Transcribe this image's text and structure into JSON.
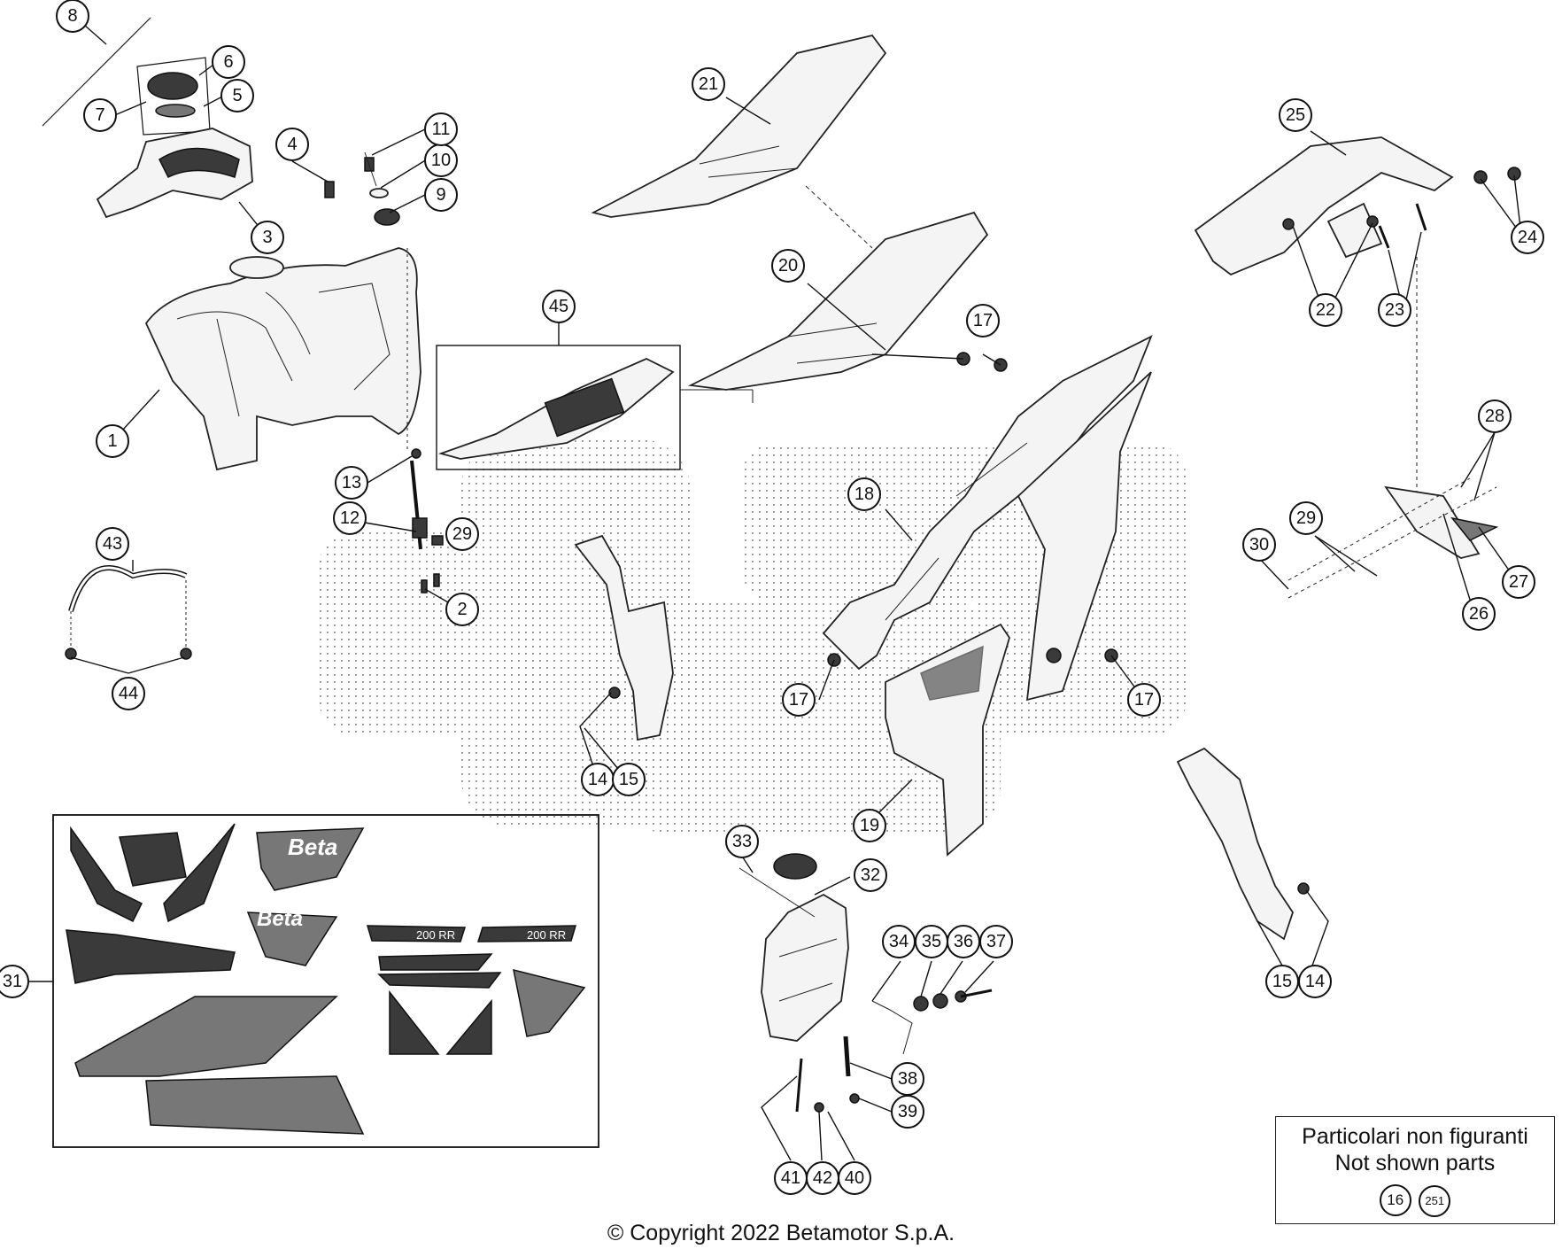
{
  "callouts": [
    {
      "label": "1"
    },
    {
      "label": "2"
    },
    {
      "label": "3"
    },
    {
      "label": "4"
    },
    {
      "label": "5"
    },
    {
      "label": "6"
    },
    {
      "label": "7"
    },
    {
      "label": "8"
    },
    {
      "label": "9"
    },
    {
      "label": "10"
    },
    {
      "label": "11"
    },
    {
      "label": "12"
    },
    {
      "label": "13"
    },
    {
      "label": "14"
    },
    {
      "label": "15"
    },
    {
      "label": "17"
    },
    {
      "label": "17"
    },
    {
      "label": "17"
    },
    {
      "label": "18"
    },
    {
      "label": "19"
    },
    {
      "label": "20"
    },
    {
      "label": "21"
    },
    {
      "label": "22"
    },
    {
      "label": "23"
    },
    {
      "label": "24"
    },
    {
      "label": "25"
    },
    {
      "label": "26"
    },
    {
      "label": "27"
    },
    {
      "label": "28"
    },
    {
      "label": "29"
    },
    {
      "label": "29"
    },
    {
      "label": "30"
    },
    {
      "label": "31"
    },
    {
      "label": "32"
    },
    {
      "label": "33"
    },
    {
      "label": "34"
    },
    {
      "label": "35"
    },
    {
      "label": "36"
    },
    {
      "label": "37"
    },
    {
      "label": "38"
    },
    {
      "label": "39"
    },
    {
      "label": "40"
    },
    {
      "label": "41"
    },
    {
      "label": "42"
    },
    {
      "label": "43"
    },
    {
      "label": "44"
    },
    {
      "label": "45"
    },
    {
      "label": "15"
    },
    {
      "label": "14"
    }
  ],
  "legend": {
    "line1": "Particolari non figuranti",
    "line2": "Not shown parts",
    "refs": [
      "16",
      "251"
    ]
  },
  "decal_text": {
    "brand": "Beta",
    "model": "200 RR"
  },
  "copyright": "© Copyright 2022 Betamotor S.p.A."
}
